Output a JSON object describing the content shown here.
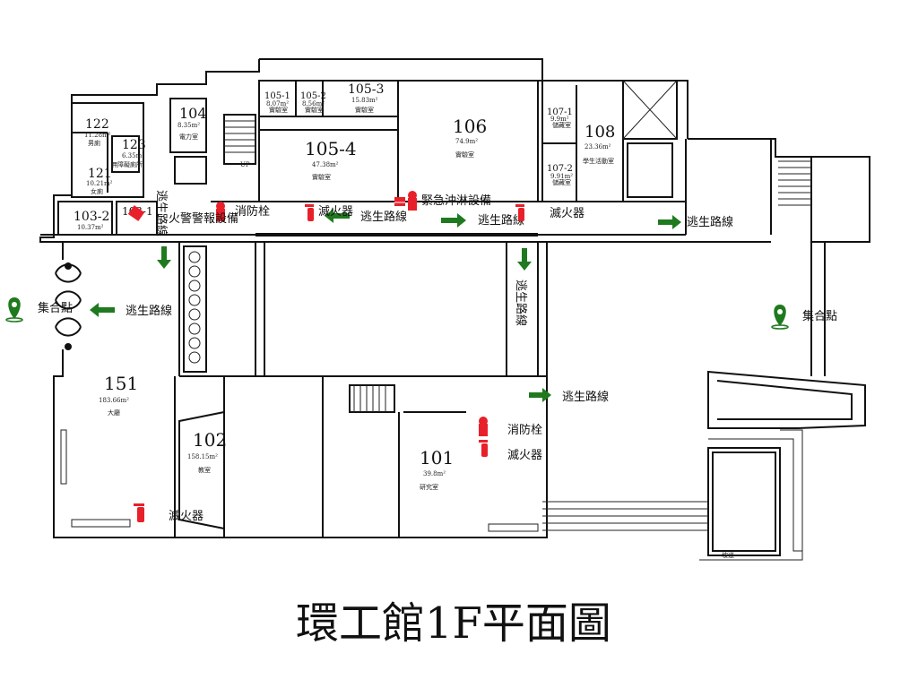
{
  "title": "環工館1F平面圖",
  "rooms": {
    "r122": {
      "num": "122",
      "area": "11.28m²",
      "name": "男廁"
    },
    "r123": {
      "num": "123",
      "area": "6.35m²",
      "name": "無障礙廁所"
    },
    "r121": {
      "num": "121",
      "area": "10.21m²",
      "name": "女廁"
    },
    "r104": {
      "num": "104",
      "area": "8.35m²",
      "name": "電力室"
    },
    "r105_1": {
      "num": "105-1",
      "area": "8.07m²",
      "name": "實驗室"
    },
    "r105_2": {
      "num": "105-2",
      "area": "8.56m²",
      "name": "實驗室"
    },
    "r105_3": {
      "num": "105-3",
      "area": "15.83m²",
      "name": "實驗室"
    },
    "r105_4": {
      "num": "105-4",
      "area": "47.38m²",
      "name": "實驗室"
    },
    "r106": {
      "num": "106",
      "area": "74.9m²",
      "name": "實驗室"
    },
    "r107_1": {
      "num": "107-1",
      "area": "9.9m²",
      "name": "儲藏室"
    },
    "r107_2": {
      "num": "107-2",
      "area": "9.91m²",
      "name": "儲藏室"
    },
    "r108": {
      "num": "108",
      "area": "23.36m²",
      "name": "學生活動室"
    },
    "r103_2": {
      "num": "103-2",
      "area": "10.37m²",
      "name": ""
    },
    "r103_1": {
      "num": "103-1",
      "area": "",
      "name": ""
    },
    "r151": {
      "num": "151",
      "area": "183.66m²",
      "name": "大廳"
    },
    "r102": {
      "num": "102",
      "area": "158.15m²",
      "name": "教室"
    },
    "r101": {
      "num": "101",
      "area": "39.8m²",
      "name": "研究室"
    }
  },
  "labels": {
    "escape_route": "逃生路線",
    "assembly_point": "集合點",
    "hydrant": "消防栓",
    "extinguisher": "滅火器",
    "alarm": "火警警報設備",
    "eyewash": "緊急沖淋設備",
    "ramp": "坡道",
    "stair_up": "UP"
  },
  "colors": {
    "escape_arrow": "#1f7a1f",
    "safety_red": "#e8202a",
    "wall": "#111111"
  },
  "icons": {
    "assembly": "map-pin-icon",
    "arrow": "green-arrow-icon",
    "extinguisher": "fire-extinguisher-icon",
    "hydrant": "fire-hydrant-icon"
  }
}
